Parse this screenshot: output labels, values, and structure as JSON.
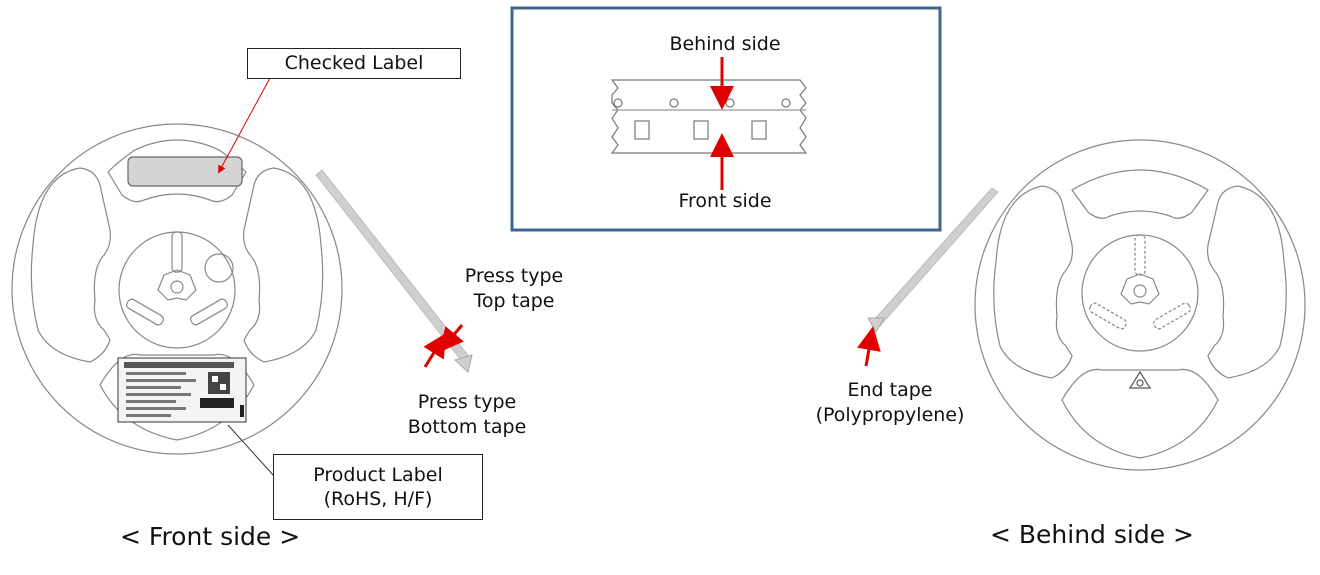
{
  "labels": {
    "checked_label": "Checked Label",
    "product_label_line1": "Product Label",
    "product_label_line2": "(RoHS, H/F)",
    "press_top_line1": "Press type",
    "press_top_line2": "Top tape",
    "press_bottom_line1": "Press type",
    "press_bottom_line2": "Bottom tape",
    "end_tape_line1": "End tape",
    "end_tape_line2": "(Polypropylene)",
    "inset_behind": "Behind side",
    "inset_front": "Front side",
    "caption_front": "< Front side >",
    "caption_behind": "< Behind side >"
  },
  "colors": {
    "arrow": "#e00000",
    "inset_border": "#41648f",
    "tape": "#c8c8c8",
    "reel_line": "#888888"
  }
}
